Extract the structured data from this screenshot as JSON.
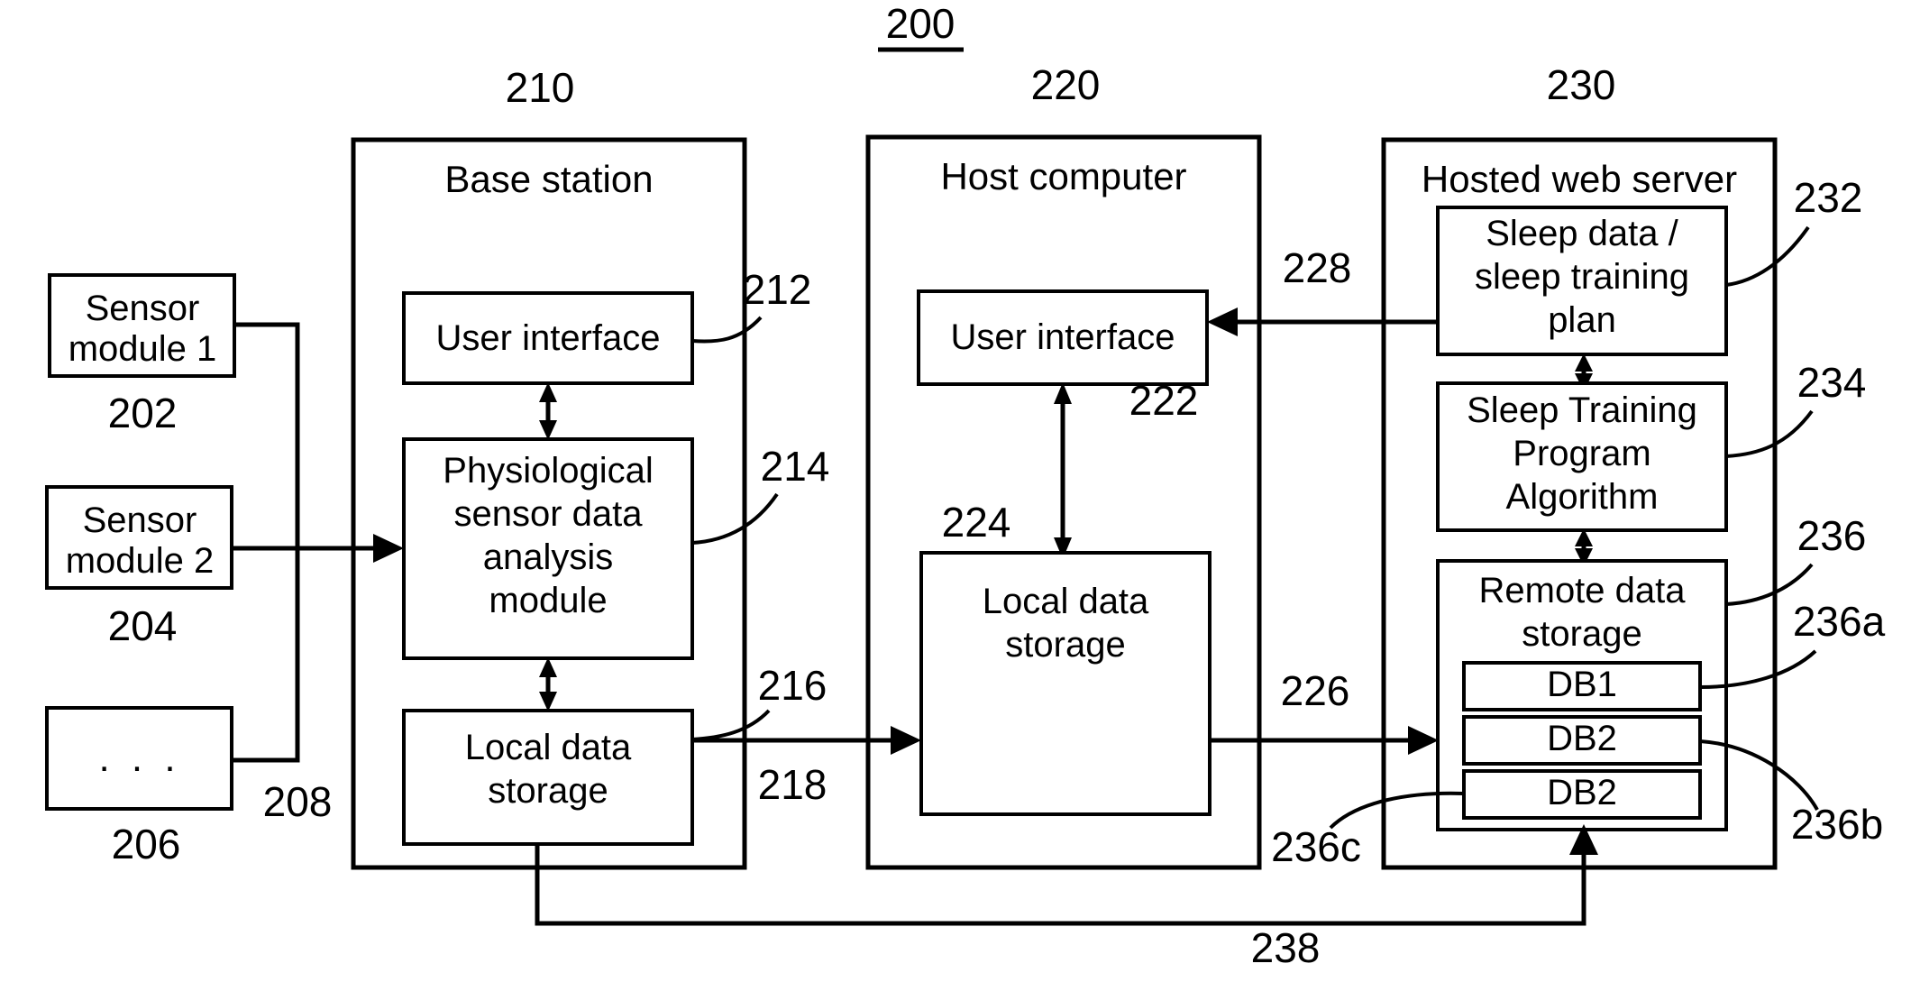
{
  "figure": {
    "title_ref": "200",
    "domain_kind": "patent-block-diagram"
  },
  "containers": [
    {
      "id": "base-station",
      "ref": "210",
      "label": "Base station"
    },
    {
      "id": "host-computer",
      "ref": "220",
      "label": "Host computer"
    },
    {
      "id": "hosted-web-server",
      "ref": "230",
      "label": "Hosted web server"
    }
  ],
  "sensors": [
    {
      "id": "sensor-module-1",
      "ref": "202",
      "label_line1": "Sensor",
      "label_line2": "module 1"
    },
    {
      "id": "sensor-module-2",
      "ref": "204",
      "label_line1": "Sensor",
      "label_line2": "module 2"
    },
    {
      "id": "sensor-module-n",
      "ref": "206",
      "label_line1": ". . .",
      "label_line2": ""
    }
  ],
  "base_station_blocks": [
    {
      "id": "bs-user-interface",
      "ref": "212",
      "lines": [
        "User interface"
      ]
    },
    {
      "id": "bs-analysis-module",
      "ref": "214",
      "lines": [
        "Physiological",
        "sensor data",
        "analysis",
        "module"
      ]
    },
    {
      "id": "bs-local-storage",
      "ref": "216",
      "lines": [
        "Local data",
        "storage"
      ]
    }
  ],
  "host_computer_blocks": [
    {
      "id": "hc-user-interface",
      "ref": "222",
      "lines": [
        "User interface"
      ]
    },
    {
      "id": "hc-local-storage",
      "ref": "224",
      "lines": [
        "Local data",
        "storage"
      ]
    }
  ],
  "server_blocks": [
    {
      "id": "sv-sleep-data",
      "ref": "232",
      "lines": [
        "Sleep data /",
        "sleep training",
        "plan"
      ]
    },
    {
      "id": "sv-training-algo",
      "ref": "234",
      "lines": [
        "Sleep Training",
        "Program",
        "Algorithm"
      ]
    },
    {
      "id": "sv-remote-storage",
      "ref": "236",
      "lines": [
        "Remote data",
        "storage"
      ]
    }
  ],
  "databases": [
    {
      "id": "db-1",
      "ref": "236a",
      "label": "DB1"
    },
    {
      "id": "db-2",
      "ref": "236b",
      "label": "DB2"
    },
    {
      "id": "db-3",
      "ref": "236c",
      "label": "DB2"
    }
  ],
  "connector_refs": [
    {
      "id": "ref-208",
      "value": "208"
    },
    {
      "id": "ref-218",
      "value": "218"
    },
    {
      "id": "ref-226",
      "value": "226"
    },
    {
      "id": "ref-228",
      "value": "228"
    },
    {
      "id": "ref-238",
      "value": "238"
    }
  ]
}
